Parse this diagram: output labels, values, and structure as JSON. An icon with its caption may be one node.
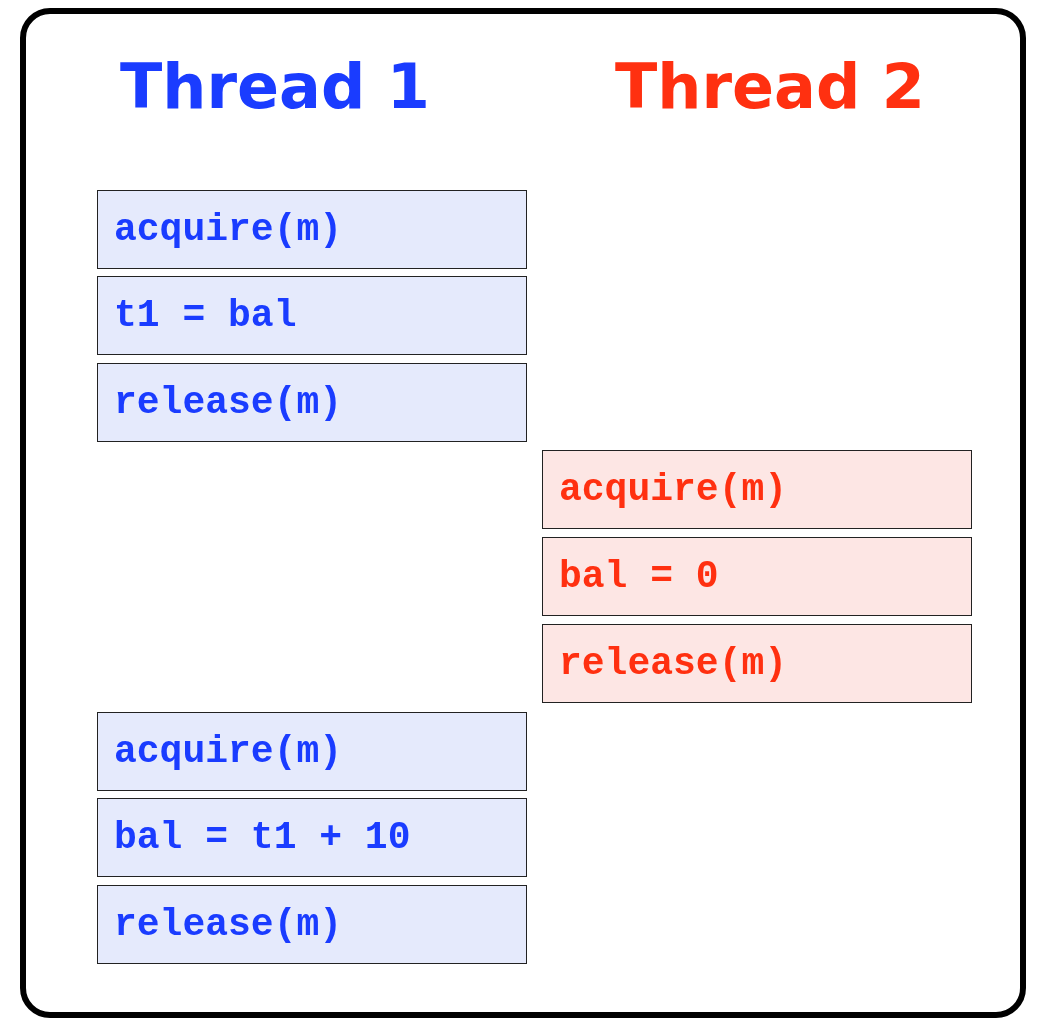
{
  "diagram": {
    "nodes": [
      {
        "text": [
          "acquire(m)"
        ]
      },
      {
        "text": [
          "t1 = bal"
        ]
      },
      {
        "text": [
          "release(m)"
        ]
      },
      {
        "text": [
          "acquire(m)"
        ]
      },
      {
        "text": [
          "bal = 0"
        ]
      },
      {
        "text": [
          "release(m)"
        ]
      },
      {
        "text": [
          "acquire(m)"
        ]
      },
      {
        "text": [
          "bal = t1 + 10"
        ]
      },
      {
        "text": [
          "release(m)"
        ]
      }
    ],
    "labels": [
      "Thread 1",
      "Thread 2"
    ]
  }
}
